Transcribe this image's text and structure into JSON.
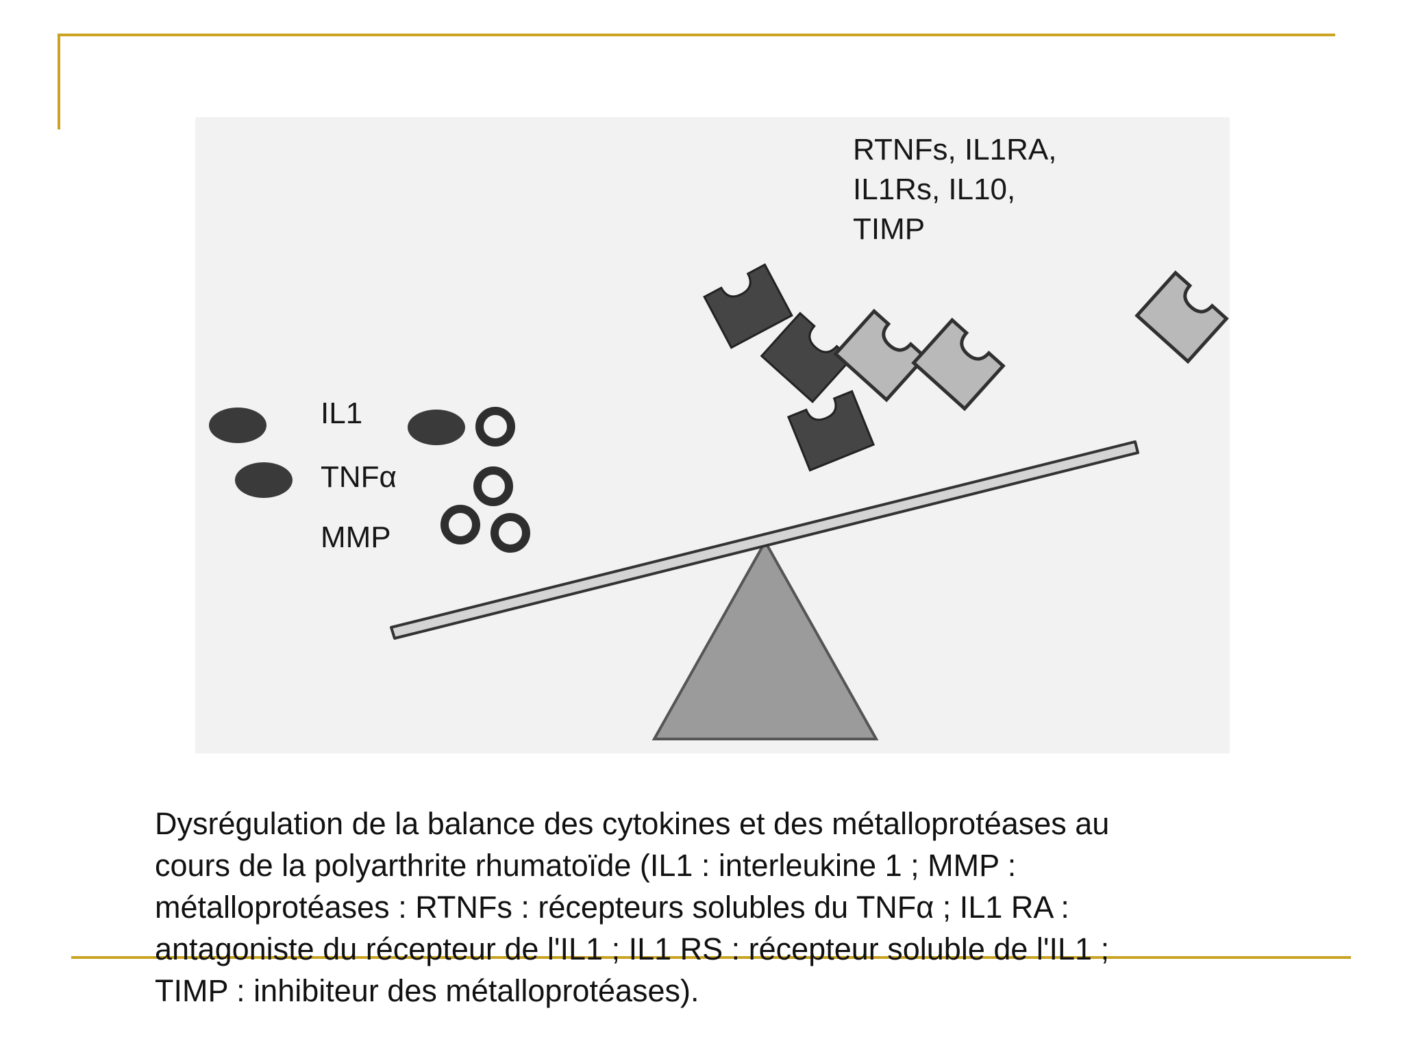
{
  "colors": {
    "accent_rule": "#c9a321",
    "figure_background": "#f2f2f2",
    "pro_inflammatory_dark": "#3a3a3a",
    "anti_inflammatory_dark": "#454545",
    "anti_inflammatory_light": "#b9b9b9",
    "fulcrum": "#9b9b9b",
    "beam": "#d4d4d4"
  },
  "figure": {
    "left_labels": [
      "IL1",
      "TNFα",
      "MMP"
    ],
    "right_label_lines": [
      "RTNFs, IL1RA,",
      "IL1Rs, IL10,",
      "TIMP"
    ],
    "left_group_shapes": [
      "dark-oval",
      "dark-oval",
      "dark-oval",
      "ring",
      "ring",
      "ring",
      "ring"
    ],
    "right_group_shapes": [
      "dark-receptor",
      "dark-receptor",
      "dark-receptor",
      "light-receptor",
      "light-receptor",
      "light-receptor"
    ],
    "fulcrum_shape": "triangle",
    "beam_tilt": "left-side-down"
  },
  "caption": {
    "lines": [
      "Dysrégulation de la balance des cytokines et des métalloprotéases au",
      "cours de la polyarthrite rhumatoïde (IL1 : interleukine 1 ; MMP :",
      "métalloprotéases : RTNFs : récepteurs solubles du TNFα ; IL1 RA :",
      "antagoniste du récepteur de l'IL1 ; IL1 RS : récepteur soluble de l'IL1 ;",
      "TIMP : inhibiteur des métalloprotéases)."
    ]
  }
}
